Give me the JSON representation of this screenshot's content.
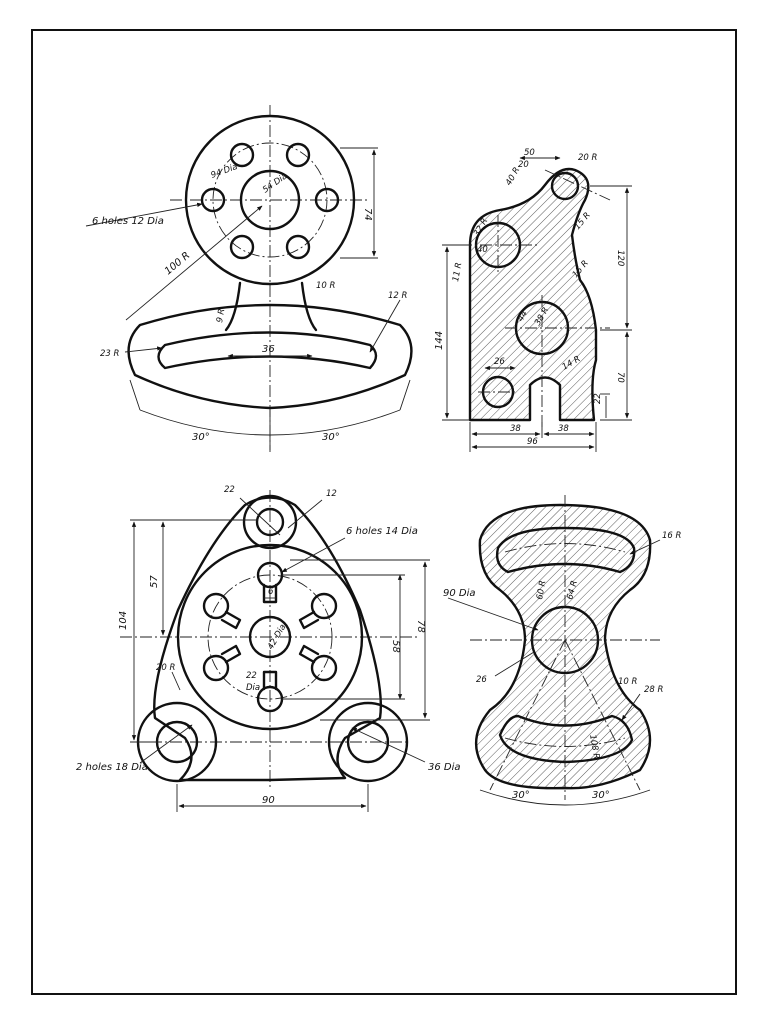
{
  "fig1": {
    "holes": "6 holes 12 Dia",
    "pcd": "94 Dia",
    "bore": "54 Dia",
    "h": "74",
    "r_outer": "100 R",
    "r_neck": "10 R",
    "r_neck_left": "9 R",
    "r_slot": "12 R",
    "r_left": "23 R",
    "w_neck": "36",
    "ang_left": "30°",
    "ang_right": "30°"
  },
  "fig2": {
    "w_top": "50",
    "w_top2": "20",
    "r_top": "20 R",
    "r_40": "40 R",
    "r_32": "32 R",
    "d_40": "40",
    "r_15a": "15 R",
    "r_15b": "15 R",
    "r_11": "11 R",
    "h_120": "120",
    "h_144": "144",
    "d_44": "44",
    "r_38": "38 R",
    "d_26": "26",
    "r_14": "14 R",
    "h_70": "70",
    "h_22": "22",
    "w_38a": "38",
    "w_38b": "38",
    "w_96": "96"
  },
  "fig3": {
    "d_22": "22",
    "d_12": "12",
    "holes": "6 holes 14 Dia",
    "w_6": "6",
    "h_57": "57",
    "h_104": "104",
    "h_78": "78",
    "h_58": "58",
    "bore": "42 Dia",
    "d_22_dia": "22",
    "d_22_dia_b": "Dia",
    "r_20": "20 R",
    "holes2": "2 holes 18 Dia",
    "d_36": "36 Dia",
    "w_90": "90"
  },
  "fig4": {
    "r_16": "16 R",
    "d_90": "90 Dia",
    "r_60": "60 R",
    "r_64": "64 R",
    "d_26": "26",
    "r_10": "10 R",
    "r_28": "28 R",
    "r_108": "108 R",
    "ang_left": "30°",
    "ang_right": "30°"
  }
}
